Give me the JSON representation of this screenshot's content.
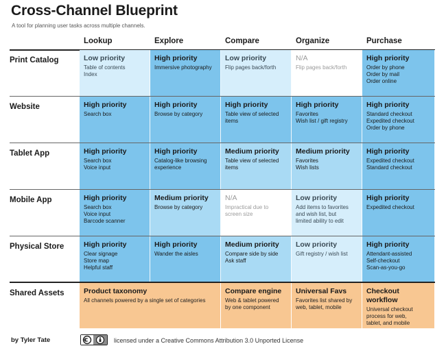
{
  "title": "Cross-Channel Blueprint",
  "subtitle": "A tool for planning user tasks across multiple channels.",
  "columns": [
    "Lookup",
    "Explore",
    "Compare",
    "Organize",
    "Purchase"
  ],
  "rows": [
    {
      "label": "Print Catalog",
      "cells": [
        {
          "level": "Low",
          "title": "Low priority",
          "lines": [
            "Table of contents",
            "Index"
          ]
        },
        {
          "level": "High",
          "title": "High priority",
          "lines": [
            "Immersive photography"
          ]
        },
        {
          "level": "Low",
          "title": "Low priority",
          "lines": [
            "Flip pages back/forth"
          ]
        },
        {
          "level": "NA",
          "title": "N/A",
          "lines": [
            "Flip pages back/forth"
          ]
        },
        {
          "level": "High",
          "title": "High priority",
          "lines": [
            "Order by phone",
            "Order by mail",
            "Order online"
          ]
        }
      ]
    },
    {
      "label": "Website",
      "cells": [
        {
          "level": "High",
          "title": "High priority",
          "lines": [
            "Search box"
          ]
        },
        {
          "level": "High",
          "title": "High priority",
          "lines": [
            "Browse by category"
          ]
        },
        {
          "level": "High",
          "title": "High priority",
          "lines": [
            "Table view of selected",
            "items"
          ]
        },
        {
          "level": "High",
          "title": "High priority",
          "lines": [
            "Favorites",
            "Wish list / gift registry"
          ]
        },
        {
          "level": "High",
          "title": "High priority",
          "lines": [
            "Standard checkout",
            "Expedited checkout",
            "Order by phone"
          ]
        }
      ]
    },
    {
      "label": "Tablet App",
      "cells": [
        {
          "level": "High",
          "title": "High priority",
          "lines": [
            "Search box",
            "Voice input"
          ]
        },
        {
          "level": "High",
          "title": "High priority",
          "lines": [
            "Catalog-like browsing",
            "experience"
          ]
        },
        {
          "level": "Medium",
          "title": "Medium priority",
          "lines": [
            "Table view of selected",
            "items"
          ]
        },
        {
          "level": "Medium",
          "title": "Medium priority",
          "lines": [
            "Favorites",
            "Wish lists"
          ]
        },
        {
          "level": "High",
          "title": "High priority",
          "lines": [
            "Expedited checkout",
            "Standard checkout"
          ]
        }
      ]
    },
    {
      "label": "Mobile App",
      "cells": [
        {
          "level": "High",
          "title": "High priority",
          "lines": [
            "Search box",
            "Voice input",
            "Barcode scanner"
          ]
        },
        {
          "level": "Medium",
          "title": "Medium priority",
          "lines": [
            "Browse by category"
          ]
        },
        {
          "level": "NA",
          "title": "N/A",
          "lines": [
            "Impractical due to",
            "screen size"
          ]
        },
        {
          "level": "Low",
          "title": "Low priority",
          "lines": [
            "Add items to favorites",
            "and wish list, but",
            "limited ability to edit"
          ]
        },
        {
          "level": "High",
          "title": "High priority",
          "lines": [
            "Expedited checkout"
          ]
        }
      ]
    },
    {
      "label": "Physical Store",
      "cells": [
        {
          "level": "High",
          "title": "High priority",
          "lines": [
            "Clear signage",
            "Store map",
            "Helpful staff"
          ]
        },
        {
          "level": "High",
          "title": "High priority",
          "lines": [
            "Wander the aisles"
          ]
        },
        {
          "level": "Medium",
          "title": "Medium priority",
          "lines": [
            "Compare side by side",
            "Ask staff"
          ]
        },
        {
          "level": "Low",
          "title": "Low priority",
          "lines": [
            "Gift registry / wish list"
          ]
        },
        {
          "level": "High",
          "title": "High priority",
          "lines": [
            "Attendant-assisted",
            "Self-checkout",
            "Scan-as-you-go"
          ]
        }
      ]
    }
  ],
  "shared_assets": {
    "label": "Shared Assets",
    "items": [
      {
        "title": "Product taxonomy",
        "lines": [
          "All channels powered by a single set of categories"
        ]
      },
      {
        "title": "Compare engine",
        "lines": [
          "Web & tablet powered",
          "by one component"
        ]
      },
      {
        "title": "Universal Favs",
        "lines": [
          "Favorites list shared by",
          "web, tablet, mobile"
        ]
      },
      {
        "title": "Checkout workflow",
        "lines": [
          "Universal checkout",
          "process for web,",
          "tablet, and mobile"
        ]
      }
    ]
  },
  "colors": {
    "high": "#7dc4ec",
    "medium": "#a9daf4",
    "low": "#d6eefb",
    "na": "#ffffff",
    "asset": "#f8c792"
  },
  "footer": {
    "author": "by Tyler Tate",
    "license_icon": "creative-commons-by-icon",
    "license": "licensed under a Creative Commons Attribution 3.0 Unported License"
  }
}
